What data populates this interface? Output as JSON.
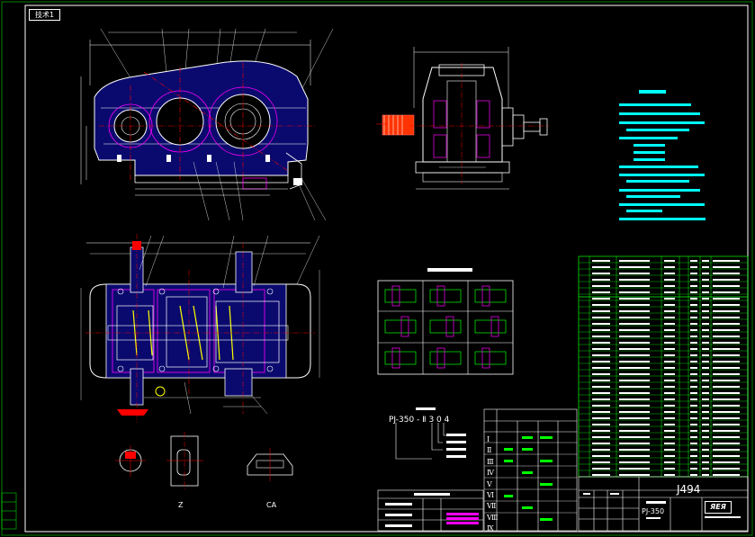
{
  "sheet": {
    "corner_tag": "技术1",
    "drawing_no": "J494",
    "model_label": "PJ-350",
    "model_code": "PJ-350 - Ⅱ 3 0 4",
    "views": {
      "z": "Z",
      "ca": "CA"
    },
    "logo": "ЯЕЯ",
    "roman_numerals": [
      "Ⅰ",
      "Ⅱ",
      "Ⅲ",
      "Ⅳ",
      "Ⅴ",
      "Ⅵ",
      "Ⅶ",
      "Ⅷ",
      "Ⅸ"
    ]
  },
  "colors": {
    "background": "#000000",
    "outline": "#ffffff",
    "center_line": "#ff0000",
    "section_fill": "#0000aa",
    "hatch": "#ff00ff",
    "table_grid": "#00ff00",
    "notes_text": "#00ffff",
    "gear_yellow": "#ffff00"
  }
}
